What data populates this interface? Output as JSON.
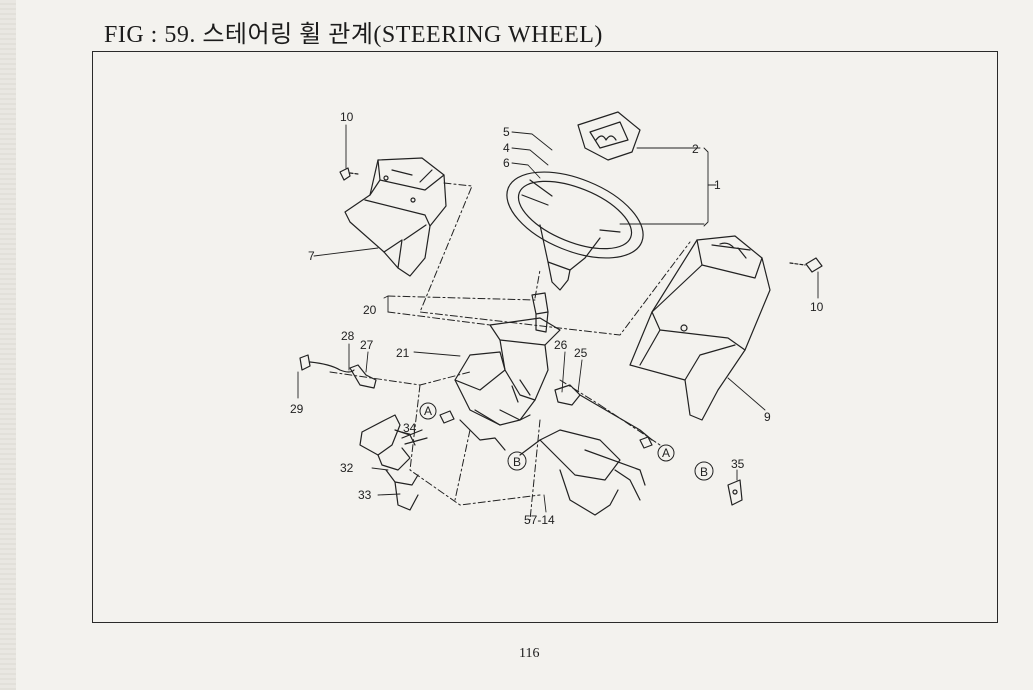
{
  "header": {
    "title": "FIG : 59. 스테어링 휠 관계(STEERING WHEEL)"
  },
  "callouts": {
    "c10a": "10",
    "c10b": "10",
    "c5": "5",
    "c4": "4",
    "c6": "6",
    "c2": "2",
    "c1": "1",
    "c7": "7",
    "c20": "20",
    "c28": "28",
    "c27": "27",
    "c21": "21",
    "c26": "26",
    "c25": "25",
    "c29": "29",
    "c9": "9",
    "c34": "34",
    "c32": "32",
    "c33": "33",
    "c35": "35",
    "c5714": "57-14",
    "markA1": "A",
    "markA2": "A",
    "markB1": "B",
    "markB2": "B"
  },
  "footer": {
    "page_number": "116"
  },
  "colors": {
    "ink": "#1c1c1c",
    "paper": "#f3f2ee"
  }
}
